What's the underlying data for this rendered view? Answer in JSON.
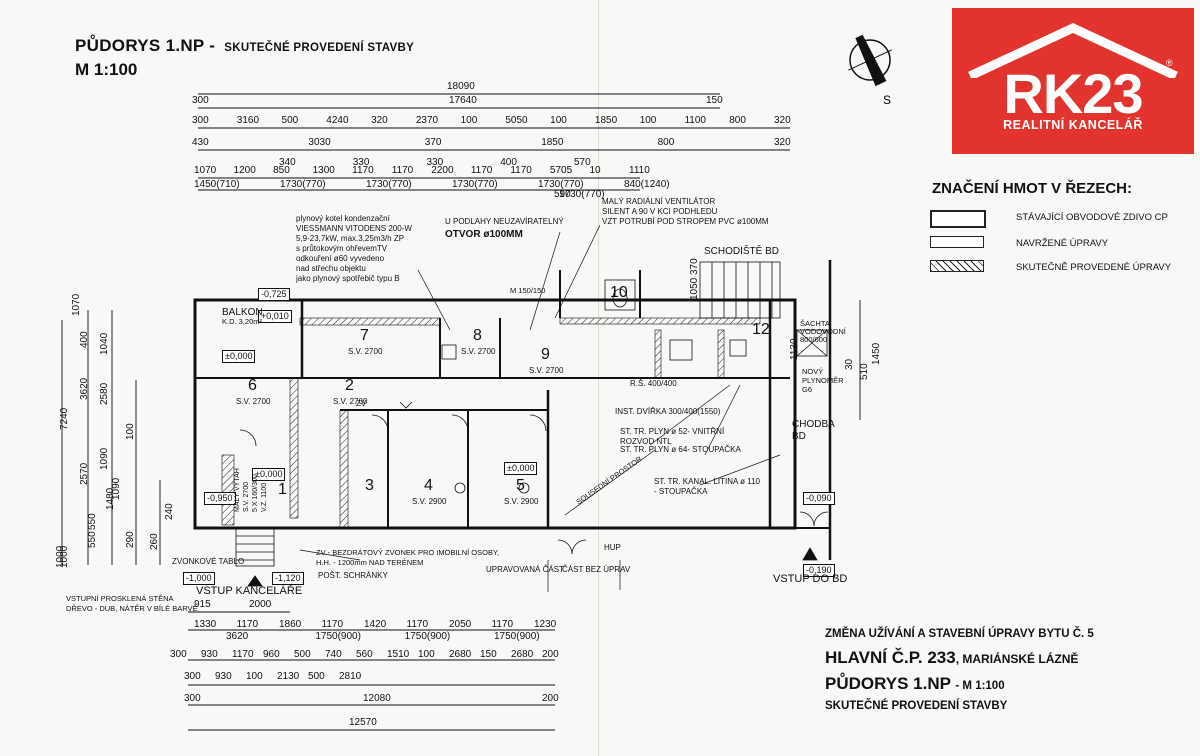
{
  "title": {
    "main": "PŮDORYS 1.NP",
    "dash": "-",
    "sub": "SKUTEČNÉ PROVEDENÍ STAVBY",
    "scale": "M 1:100"
  },
  "logo": {
    "brand": "RK23",
    "tagline": "REALITNÍ KANCELÁŘ",
    "reg": "®",
    "colors": {
      "bg": "#e2332e",
      "fg": "#ffffff"
    }
  },
  "compass": {
    "label": "S",
    "icon": "north-arrow-icon"
  },
  "legend": {
    "title": "ZNAČENÍ HMOT V ŘEZECH:",
    "items": [
      {
        "label": "STÁVAJÍCÍ OBVODOVÉ ZDIVO CP",
        "pattern": "thick-frame"
      },
      {
        "label": "NAVRŽENÉ ÚPRAVY",
        "pattern": "thin-frame"
      },
      {
        "label": "SKUTEČNĚ PROVEDENÉ ÚPRAVY",
        "pattern": "hatched"
      }
    ]
  },
  "bottom_block": {
    "line1": "ZMĚNA UŽÍVÁNÍ A STAVEBNÍ ÚPRAVY BYTU Č. 5",
    "line2a": "HLAVNÍ Č.P. 233",
    "line2b": ", MARIÁNSKÉ LÁZNĚ",
    "line3a": "PŮDORYS 1.NP",
    "line3b": "- M 1:100",
    "line4": "SKUTEČNÉ PROVEDENÍ STAVBY"
  },
  "top_dims": {
    "row1": [
      "18090"
    ],
    "row2": [
      "300",
      "17640",
      "150"
    ],
    "row3": [
      "300",
      "3160",
      "500",
      "4240",
      "320",
      "2370",
      "100",
      "5050",
      "100",
      "1850",
      "100",
      "1100",
      "800",
      "320"
    ],
    "row4": [
      "430",
      "3030",
      "370",
      "1850",
      "800",
      "320"
    ],
    "row5": [
      "340",
      "330",
      "330",
      "400",
      "570"
    ],
    "row6": [
      "1070",
      "1200",
      "850",
      "1300",
      "1170",
      "1170",
      "2200",
      "1170",
      "1170",
      "5705",
      "10",
      "1110"
    ],
    "row7": [
      "1450(710)",
      "1730(770)",
      "1730(770)",
      "1730(770)",
      "1730(770)",
      "840(1240)"
    ],
    "row8": [
      "590",
      "1730(770)"
    ]
  },
  "bottom_dims": {
    "row1": [
      "915",
      "2000"
    ],
    "row2": [
      "1330",
      "1170",
      "1860",
      "1170",
      "1420",
      "1170",
      "2050",
      "1170",
      "1230"
    ],
    "row3": [
      "3620",
      "1750(900)",
      "1750(900)",
      "1750(900)"
    ],
    "row4": [
      "300",
      "930",
      "1170",
      "960",
      "500",
      "740",
      "560",
      "1510",
      "100",
      "2680",
      "150",
      "2680",
      "200"
    ],
    "row5": [
      "300",
      "930",
      "100",
      "2130",
      "500",
      "2810"
    ],
    "row6": [
      "300",
      "12080",
      "200"
    ],
    "row7": [
      "12570"
    ]
  },
  "left_dims": [
    "1070",
    "400",
    "1040",
    "3620",
    "2580",
    "7240",
    "2570",
    "1090",
    "1090",
    "100",
    "1480",
    "550",
    "290",
    "1000",
    "260",
    "240",
    "550",
    "1000"
  ],
  "right_dims": [
    "1050",
    "370",
    "1130",
    "510",
    "1450",
    "30"
  ],
  "rooms": [
    {
      "no": "1",
      "sv": ""
    },
    {
      "no": "2",
      "sv": "S.V. 2700"
    },
    {
      "no": "3",
      "sv": ""
    },
    {
      "no": "4",
      "sv": "S.V. 2900"
    },
    {
      "no": "5",
      "sv": "S.V. 2900"
    },
    {
      "no": "6",
      "sv": "S.V. 2700"
    },
    {
      "no": "7",
      "sv": "S.V. 2700"
    },
    {
      "no": "8",
      "sv": "S.V. 2700"
    },
    {
      "no": "9",
      "sv": "S.V. 2700"
    },
    {
      "no": "10",
      "sv": ""
    },
    {
      "no": "12",
      "sv": ""
    }
  ],
  "levels": [
    "-0,725",
    "+0,010",
    "±0,000",
    "±0,000",
    "±0,000",
    "-0,950",
    "-1,000",
    "-1,120",
    "-0,090",
    "-0,190"
  ],
  "notes": {
    "boiler": [
      "plynový kotel kondenzační",
      "VIESSMANN VITODENS 200-W",
      "5,9-23,7kW, max.3,25m3/h ZP",
      "s průtokovým ohřevemTV",
      "odkouření ø60 vyvedeno",
      "nad střechu objektu",
      "jako plynový spotřebič typu B"
    ],
    "floor": "U PODLAHY NEUZAVÍRATELNÝ",
    "opening": "OTVOR ø100MM",
    "fan": [
      "MALÝ RADIÁLNÍ VENTILÁTOR",
      "SILENT A 90 V KCI PODHLEDU",
      "VZT POTRUBÍ POD STROPEM PVC ø100MM"
    ],
    "stair": "SCHODIŠTĚ BD",
    "shaft": [
      "ŠACHTA",
      "VODOVODNÍ",
      "800/600"
    ],
    "gasmeter": [
      "NOVÝ",
      "PLYNOMĚR",
      "G6"
    ],
    "corridor": [
      "CHODBA",
      "BD"
    ],
    "inspection": [
      "R.Š. 400/400",
      "INST. DVÍŘKA 300/400(1550)"
    ],
    "gasriser1": [
      "ST. TR. PLYN ø 52- VNITŘNÍ",
      "ROZVOD NTL"
    ],
    "gasriser2": "ST. TR. PLYN ø 64- STOUPAČKA",
    "sewer": [
      "ST. TR. KANAL. LITINA ø 110",
      "- STOUPAČKA"
    ],
    "space": "SOUSEDNÍ PROSTOR",
    "balcony": [
      "BALKON",
      "K.D. 3,20m²"
    ],
    "doorbell": [
      "ZV - BEZDRÁTOVÝ ZVONEK PRO IMOBILNÍ OSOBY,",
      "H.H. - 1200mm NAD TERÉNEM"
    ],
    "mailbox": "POŠT. SCHRÁNKY",
    "bellpanel": "ZVONKOVÉ TABLO",
    "glasswall": [
      "VSTUPNÍ PROSKLENÁ STĚNA",
      "DŘEVO - DUB, NÁTĚR V BÍLÉ BARVĚ"
    ],
    "entrance": "VSTUP KANCELÁŘE",
    "entrance_bd": "VSTUP DO BD",
    "part_mod": "UPRAVOVANÁ ČÁST",
    "part_no": "ČÁST BEZ ÚPRAV",
    "hup": "HUP",
    "m150": "M 150/150",
    "zv": "ZV",
    "ramp": [
      "MALÝ VÝTAH",
      "S.V. 2700",
      "5 X 160/300",
      "V.Z. 1100"
    ]
  }
}
